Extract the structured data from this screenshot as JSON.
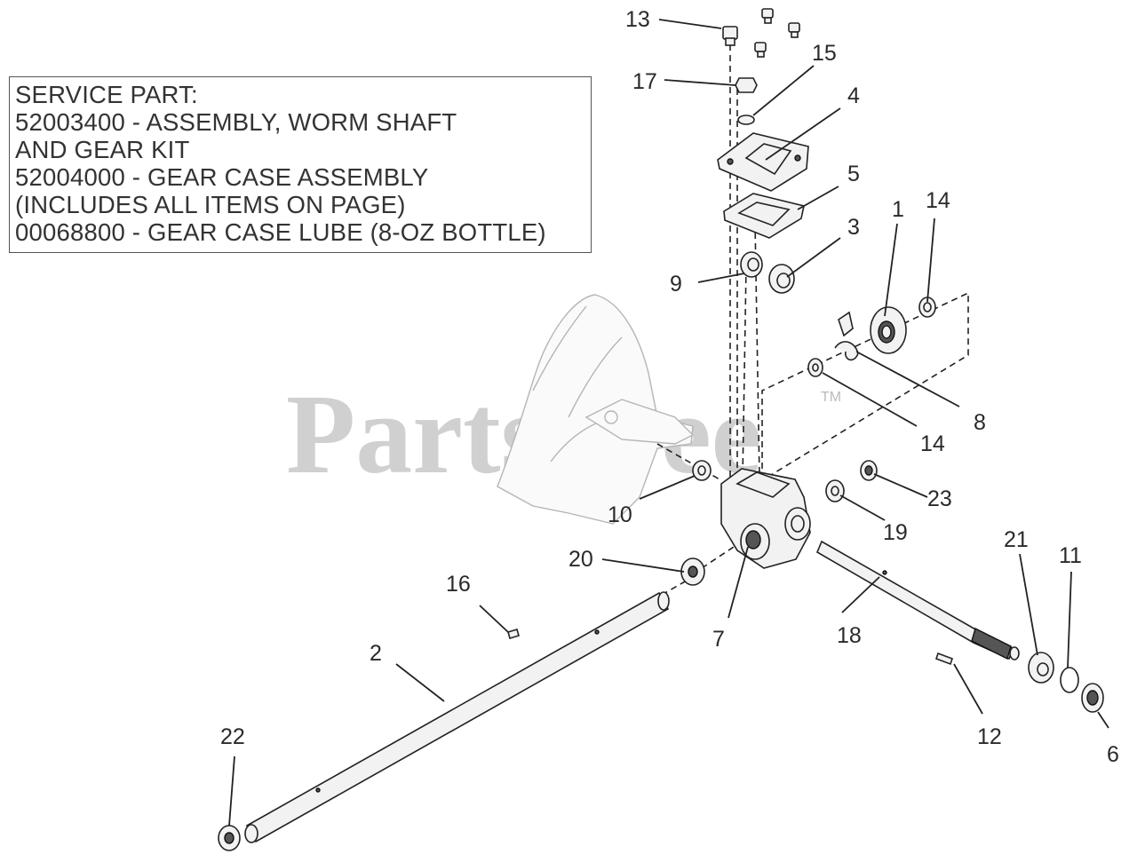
{
  "service_box": {
    "lines": [
      "SERVICE PART:",
      "52003400 - ASSEMBLY, WORM SHAFT",
      "AND GEAR KIT",
      "52004000 - GEAR CASE ASSEMBLY",
      "(INCLUDES ALL ITEMS ON PAGE)",
      "00068800 - GEAR CASE LUBE (8-OZ BOTTLE)"
    ]
  },
  "watermark": {
    "text": "PartsTree",
    "tm": "TM"
  },
  "callouts": {
    "c1": "1",
    "c2": "2",
    "c3": "3",
    "c4": "4",
    "c5": "5",
    "c6": "6",
    "c7": "7",
    "c8": "8",
    "c9": "9",
    "c10": "10",
    "c11": "11",
    "c12": "12",
    "c13": "13",
    "c14a": "14",
    "c14b": "14",
    "c15": "15",
    "c16": "16",
    "c17": "17",
    "c18": "18",
    "c19": "19",
    "c20": "20",
    "c21": "21",
    "c22": "22",
    "c23": "23"
  }
}
